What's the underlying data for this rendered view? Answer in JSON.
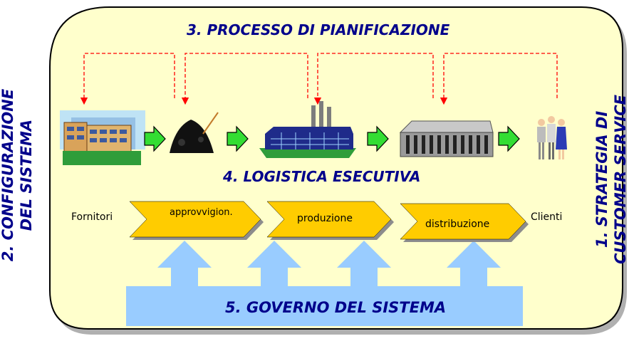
{
  "title_top": "3. PROCESSO DI PIANIFICAZIONE",
  "title_middle": "4. LOGISTICA ESECUTIVA",
  "title_bottom": "5. GOVERNO DEL SISTEMA",
  "left_vertical": {
    "line1": "2. CONFIGURAZIONE",
    "line2": "DEL SISTEMA"
  },
  "right_vertical": {
    "line1": "1. STRATEGIA DI",
    "line2": "CUSTOMER SERVICE"
  },
  "chain": {
    "start_label": "Fornitori",
    "end_label": "Clienti",
    "steps": [
      "approvvigion.",
      "produzione",
      "distribuzione"
    ]
  },
  "pictures": [
    "offices-building",
    "raw-material-heap",
    "factory",
    "warehouse",
    "customers-people"
  ],
  "colors": {
    "panel": "#ffffcc",
    "panel_border": "#000000",
    "chevron": "#ffcc00",
    "blue_arrows": "#99ccff",
    "flow_arrows": "#33cc33",
    "dashed_lines": "#ff0000",
    "title_text": "#00008b"
  }
}
